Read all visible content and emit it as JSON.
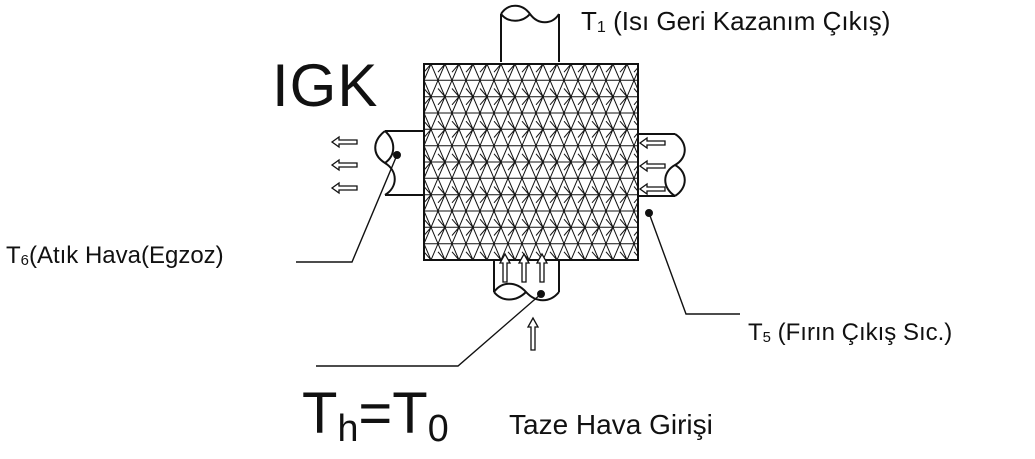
{
  "diagram": {
    "title": "IGK",
    "labels": {
      "t1": {
        "symbol": "T",
        "sub": "1",
        "text": " (Isı Geri Kazanım Çıkış)"
      },
      "t6": {
        "symbol": "T",
        "sub": "6",
        "text": "(Atık Hava(Egzoz)"
      },
      "t5": {
        "symbol": "T",
        "sub": "5",
        "text": " (Fırın Çıkış Sıc.)"
      },
      "th": {
        "symbol": "T",
        "sub": "h",
        "eq": "=T",
        "sub2": "0"
      },
      "th_desc": "Taze Hava Girişi"
    },
    "colors": {
      "line": "#111111",
      "background": "#ffffff"
    }
  }
}
